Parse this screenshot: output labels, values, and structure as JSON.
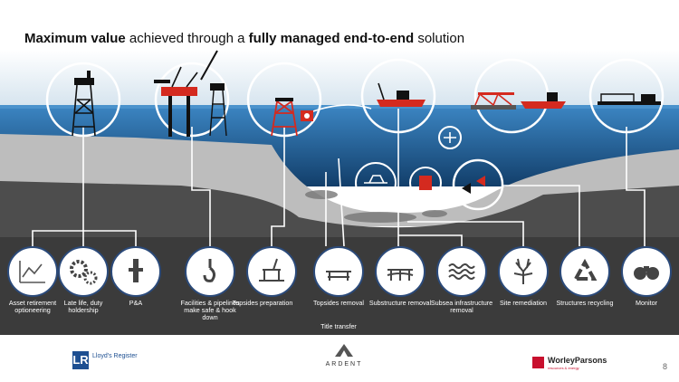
{
  "title": {
    "part1": "Maximum value",
    "part2": " achieved through a ",
    "part3": "fully managed end-to-end",
    "part4": " solution"
  },
  "stages": [
    {
      "id": "asset-retirement",
      "label": "Asset retirement optioneering",
      "icon": "chart-icon"
    },
    {
      "id": "late-life",
      "label": "Late life, duty holdership",
      "icon": "gears-icon"
    },
    {
      "id": "pa",
      "label": "P&A",
      "icon": "wellhead-icon"
    },
    {
      "id": "facilities",
      "label": "Facilities & pipelines make safe & hook down",
      "icon": "crane-hook-icon"
    },
    {
      "id": "topsides-prep",
      "label": "Topsides preparation",
      "icon": "platform-icon"
    },
    {
      "id": "topsides-removal",
      "label": "Topsides removal",
      "icon": "topsides-lift-icon"
    },
    {
      "id": "substructure-removal",
      "label": "Substructure removal",
      "icon": "jacket-icon"
    },
    {
      "id": "subsea-removal",
      "label": "Subsea infrastructure removal",
      "icon": "waves-icon"
    },
    {
      "id": "site-remediation",
      "label": "Site remediation",
      "icon": "coral-icon"
    },
    {
      "id": "structures-recycling",
      "label": "Structures recycling",
      "icon": "recycle-icon"
    },
    {
      "id": "monitor",
      "label": "Monitor",
      "icon": "binoculars-icon"
    }
  ],
  "title_transfer": "Title transfer",
  "footer": {
    "lr_logo_text": "Lloyd's Register",
    "ardent_logo_text": "ARDENT",
    "wp_logo_text": "WorleyParsons",
    "wp_logo_sub": "resources & energy",
    "page_number": "8"
  },
  "colors": {
    "sky": "#dfe9f1",
    "sea": "#1f5f98",
    "seabed": "#5a5a5a",
    "accent": "#d42a1f",
    "dark": "#333333"
  }
}
